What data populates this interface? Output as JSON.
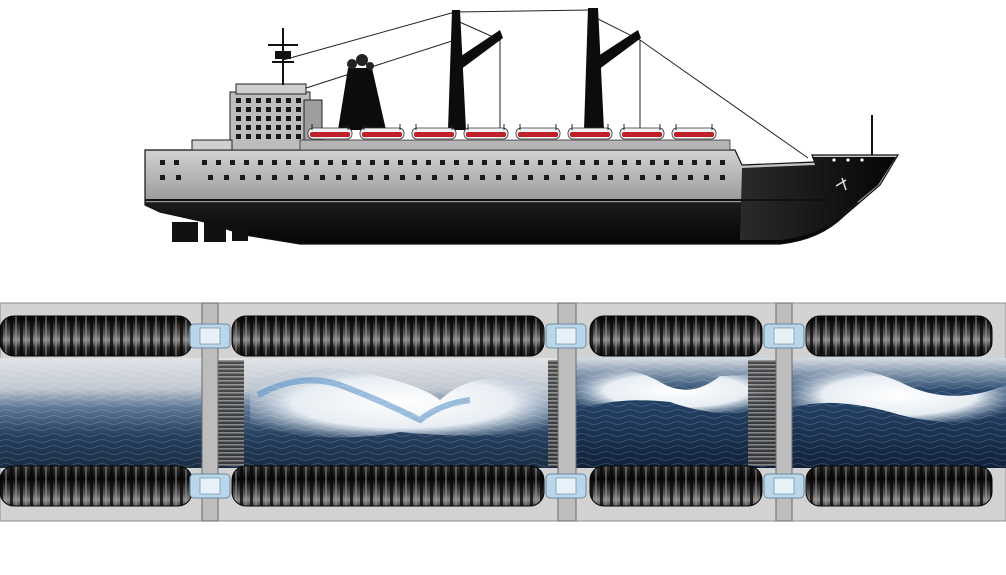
{
  "image": {
    "kind": "illustration",
    "background": "#ffffff",
    "colors": {
      "hull_dark": "#101010",
      "hull_light": "#a8a8a8",
      "superstructure": "#bdbdbd",
      "lifeboat_red": "#c0202a",
      "lifeboat_white": "#f2f2f2",
      "frame_gray": "#c9c9c9",
      "ocean_deep": "#1d3552",
      "ocean_mid": "#3d5f85",
      "foam": "#eef3f8",
      "coupling_blue": "#b9d6ea",
      "tube_dark": "#1a1a1a"
    }
  },
  "ship": {
    "lifeboat_count": 8,
    "crane_count": 2
  },
  "panel": {
    "segment_count": 4,
    "tube_rows": 2
  }
}
